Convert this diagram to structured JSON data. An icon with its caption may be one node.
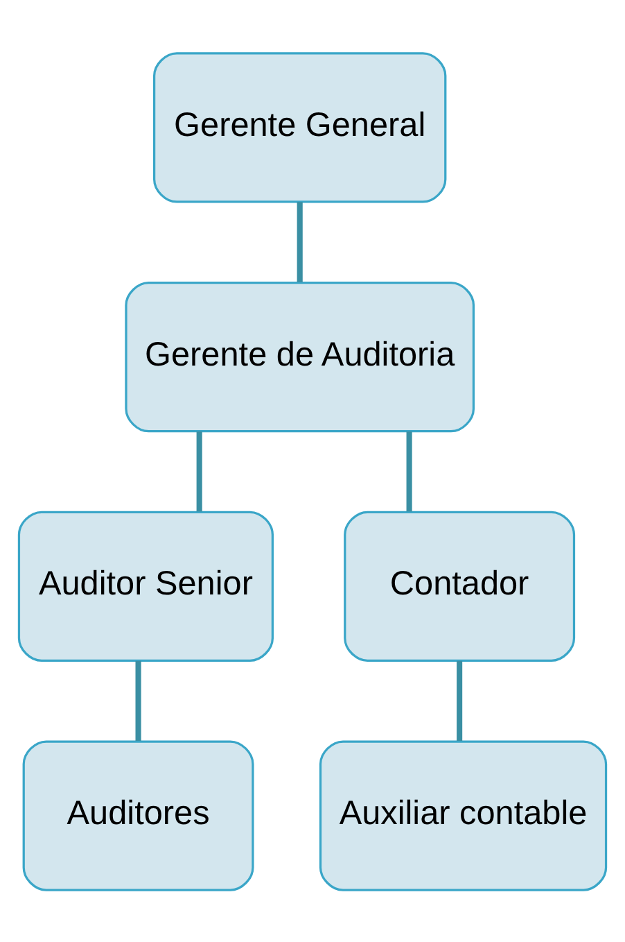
{
  "diagram": {
    "nodes": [
      {
        "text": [
          "Gerente General"
        ]
      },
      {
        "text": [
          "Gerente de Auditoria"
        ]
      },
      {
        "text": [
          "Auditor Senior"
        ]
      },
      {
        "text": [
          "Contador"
        ]
      },
      {
        "text": [
          "Auditores"
        ]
      },
      {
        "text": [
          "Auxiliar contable"
        ]
      }
    ],
    "edges": [
      {
        "from": 0,
        "to": 1,
        "arrow": "none"
      },
      {
        "from": 1,
        "to": 2,
        "arrow": "none"
      },
      {
        "from": 1,
        "to": 3,
        "arrow": "none"
      },
      {
        "from": 2,
        "to": 4,
        "arrow": "none"
      },
      {
        "from": 3,
        "to": 5,
        "arrow": "none"
      }
    ]
  }
}
